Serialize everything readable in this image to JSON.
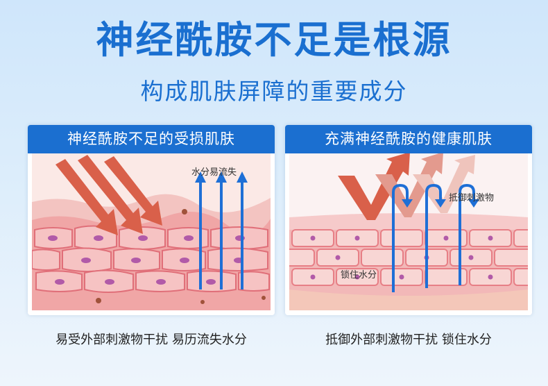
{
  "title": "神经酰胺不足是根源",
  "subtitle": "构成肌肤屏障的重要成分",
  "panels": {
    "left": {
      "header": "神经酰胺不足的受损肌肤",
      "label": "水分易流失",
      "caption": "易受外部刺激物干扰 易历流失水分"
    },
    "right": {
      "header": "充满神经酰胺的健康肌肤",
      "label_top": "抵御刺激物",
      "label_bottom": "锁住水分",
      "caption": "抵御外部刺激物干扰 锁住水分"
    }
  },
  "colors": {
    "brand_blue": "#1a6fd0",
    "skin_pink": "#f2b8b8",
    "cell_border": "#e77f86",
    "red_arrow": "#d9604a",
    "blue_arrow": "#1e6fd6"
  }
}
